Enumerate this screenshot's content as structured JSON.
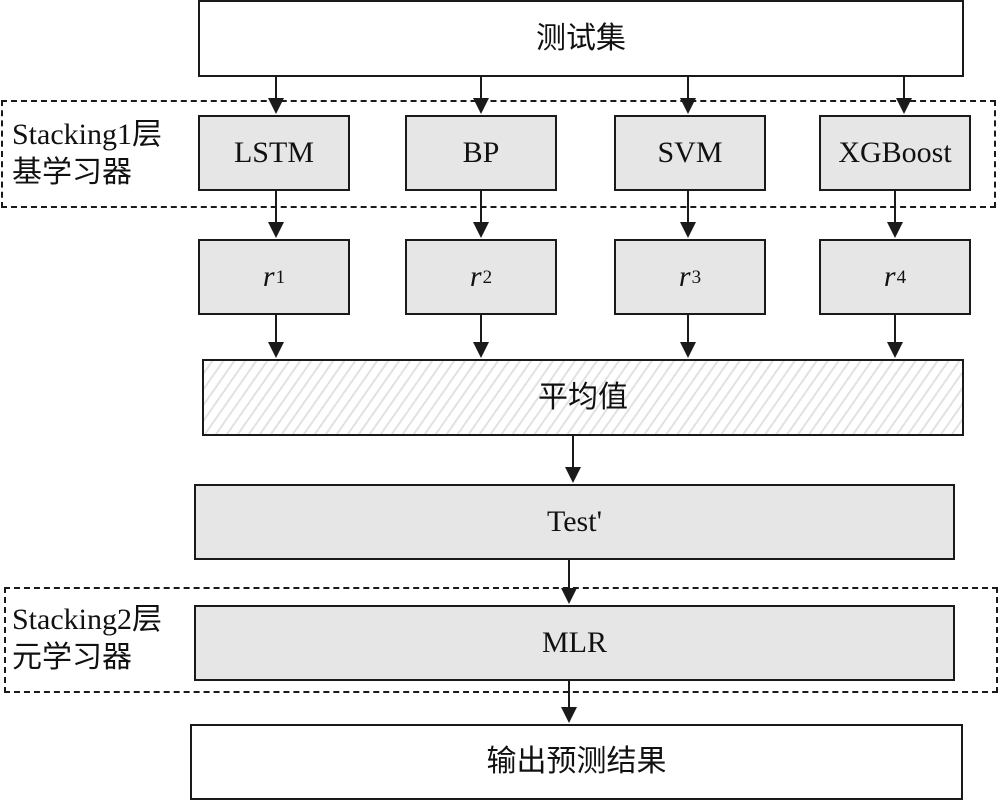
{
  "nodes": {
    "test_set": "测试集",
    "learners": [
      "LSTM",
      "BP",
      "SVM",
      "XGBoost"
    ],
    "results": [
      {
        "var": "r",
        "sub": "1"
      },
      {
        "var": "r",
        "sub": "2"
      },
      {
        "var": "r",
        "sub": "3"
      },
      {
        "var": "r",
        "sub": "4"
      }
    ],
    "average": "平均值",
    "test_prime": "Test'",
    "meta": "MLR",
    "output": "输出预测结果"
  },
  "groups": {
    "layer1": {
      "line1": "Stacking1层",
      "line2": "基学习器"
    },
    "layer2": {
      "line1": "Stacking2层",
      "line2": "元学习器"
    }
  }
}
